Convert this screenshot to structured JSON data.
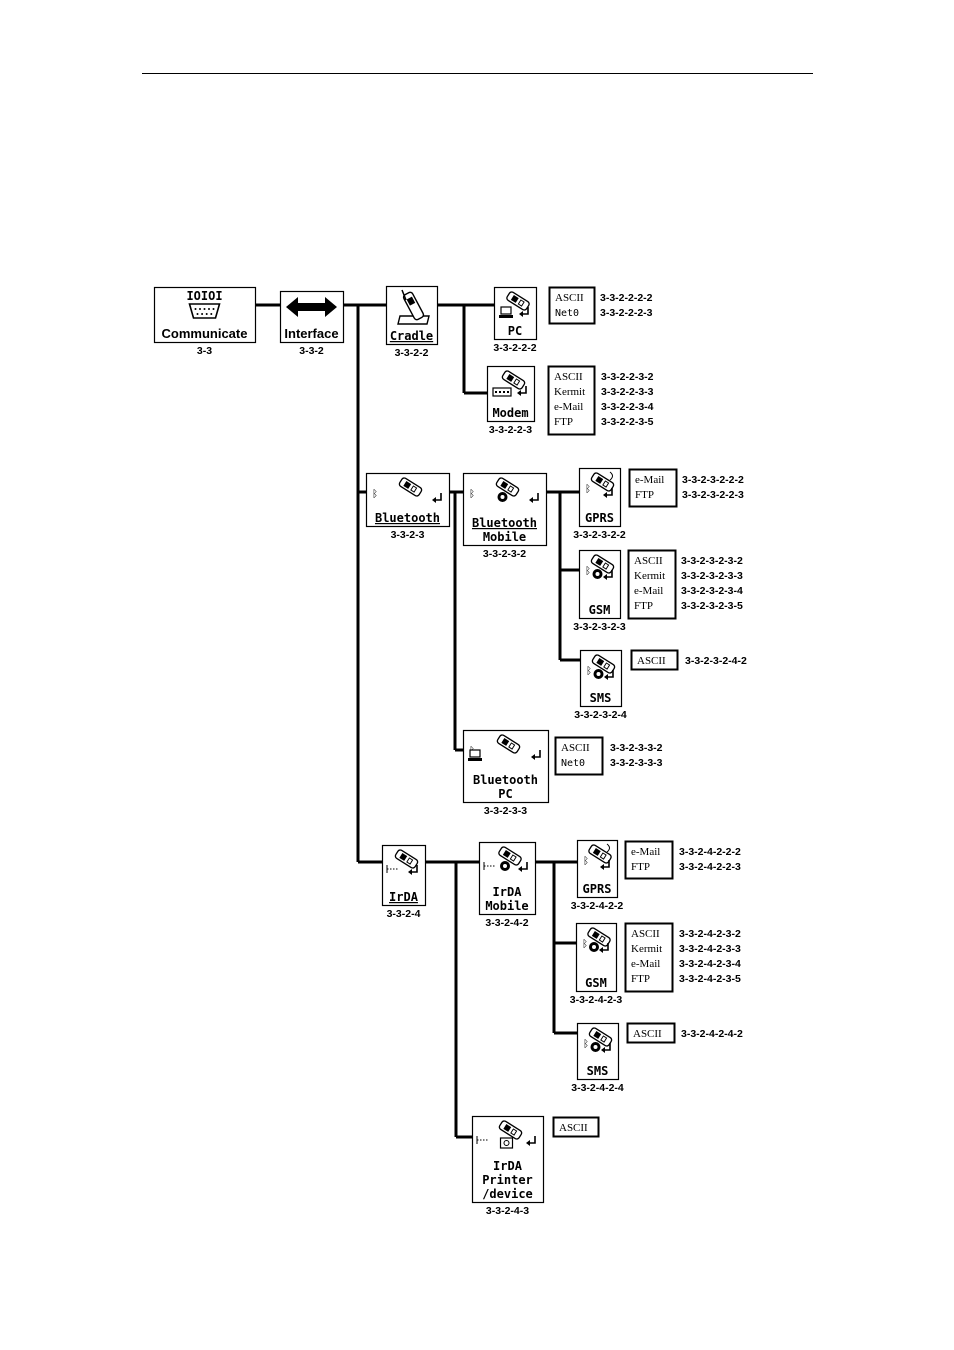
{
  "nodes": [
    {
      "id": "communicate",
      "label": [
        "Communicate"
      ],
      "code": "3-3",
      "icon": "serial-port-icon"
    },
    {
      "id": "interface",
      "label": [
        "Interface"
      ],
      "code": "3-3-2",
      "icon": "double-arrow-icon"
    },
    {
      "id": "cradle",
      "label": [
        "Cradle"
      ],
      "code": "3-3-2-2",
      "icon": "cradle-icon"
    },
    {
      "id": "pc",
      "label": [
        "PC"
      ],
      "code": "3-3-2-2-2",
      "icon": "phone-pc-icon"
    },
    {
      "id": "modem",
      "label": [
        "Modem"
      ],
      "code": "3-3-2-2-3",
      "icon": "phone-modem-icon"
    },
    {
      "id": "bluetooth",
      "label": [
        "Bluetooth"
      ],
      "code": "3-3-2-3",
      "icon": "bluetooth-phone-icon"
    },
    {
      "id": "bt-mobile",
      "label": [
        "Bluetooth",
        "Mobile"
      ],
      "code": "3-3-2-3-2",
      "icon": "bluetooth-mobile-icon"
    },
    {
      "id": "bt-gprs",
      "label": [
        "GPRS"
      ],
      "code": "3-3-2-3-2-2",
      "icon": "gprs-icon"
    },
    {
      "id": "bt-gsm",
      "label": [
        "GSM"
      ],
      "code": "3-3-2-3-2-3",
      "icon": "gsm-icon"
    },
    {
      "id": "bt-sms",
      "label": [
        "SMS"
      ],
      "code": "3-3-2-3-2-4",
      "icon": "sms-icon"
    },
    {
      "id": "bt-pc",
      "label": [
        "Bluetooth",
        "PC"
      ],
      "code": "3-3-2-3-3",
      "icon": "bluetooth-pc-icon"
    },
    {
      "id": "irda",
      "label": [
        "IrDA"
      ],
      "code": "3-3-2-4",
      "icon": "irda-phone-icon"
    },
    {
      "id": "irda-mobile",
      "label": [
        "IrDA",
        "Mobile"
      ],
      "code": "3-3-2-4-2",
      "icon": "irda-mobile-icon"
    },
    {
      "id": "ir-gprs",
      "label": [
        "GPRS"
      ],
      "code": "3-3-2-4-2-2",
      "icon": "gprs-icon"
    },
    {
      "id": "ir-gsm",
      "label": [
        "GSM"
      ],
      "code": "3-3-2-4-2-3",
      "icon": "gsm-icon"
    },
    {
      "id": "ir-sms",
      "label": [
        "SMS"
      ],
      "code": "3-3-2-4-2-4",
      "icon": "sms-icon"
    },
    {
      "id": "irda-printer",
      "label": [
        "IrDA",
        "Printer",
        "/device"
      ],
      "code": "3-3-2-4-3",
      "icon": "printer-icon"
    }
  ],
  "options": [
    {
      "id": "opt-pc",
      "items": [
        "ASCII",
        "Net0"
      ],
      "codes": [
        "3-3-2-2-2-2",
        "3-3-2-2-2-3"
      ]
    },
    {
      "id": "opt-modem",
      "items": [
        "ASCII",
        "Kermit",
        "e-Mail",
        "FTP"
      ],
      "codes": [
        "3-3-2-2-3-2",
        "3-3-2-2-3-3",
        "3-3-2-2-3-4",
        "3-3-2-2-3-5"
      ]
    },
    {
      "id": "opt-bt-gprs",
      "items": [
        "e-Mail",
        "FTP"
      ],
      "codes": [
        "3-3-2-3-2-2-2",
        "3-3-2-3-2-2-3"
      ]
    },
    {
      "id": "opt-bt-gsm",
      "items": [
        "ASCII",
        "Kermit",
        "e-Mail",
        "FTP"
      ],
      "codes": [
        "3-3-2-3-2-3-2",
        "3-3-2-3-2-3-3",
        "3-3-2-3-2-3-4",
        "3-3-2-3-2-3-5"
      ]
    },
    {
      "id": "opt-bt-sms",
      "items": [
        "ASCII"
      ],
      "codes": [
        "3-3-2-3-2-4-2"
      ]
    },
    {
      "id": "opt-bt-pc",
      "items": [
        "ASCII",
        "Net0"
      ],
      "codes": [
        "3-3-2-3-3-2",
        "3-3-2-3-3-3"
      ]
    },
    {
      "id": "opt-ir-gprs",
      "items": [
        "e-Mail",
        "FTP"
      ],
      "codes": [
        "3-3-2-4-2-2-2",
        "3-3-2-4-2-2-3"
      ]
    },
    {
      "id": "opt-ir-gsm",
      "items": [
        "ASCII",
        "Kermit",
        "e-Mail",
        "FTP"
      ],
      "codes": [
        "3-3-2-4-2-3-2",
        "3-3-2-4-2-3-3",
        "3-3-2-4-2-3-4",
        "3-3-2-4-2-3-5"
      ]
    },
    {
      "id": "opt-ir-sms",
      "items": [
        "ASCII"
      ],
      "codes": [
        "3-3-2-4-2-4-2"
      ]
    },
    {
      "id": "opt-irda-printer",
      "items": [
        "ASCII"
      ],
      "codes": []
    }
  ]
}
